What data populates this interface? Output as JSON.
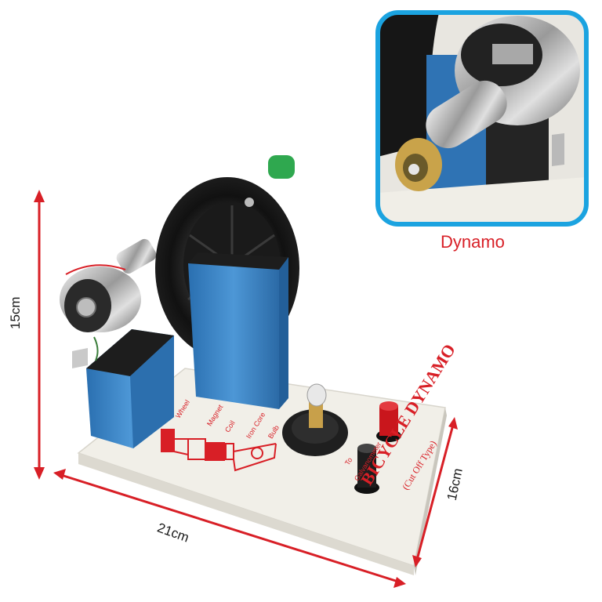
{
  "dimensions": {
    "height": "15cm",
    "width": "21cm",
    "depth": "16cm"
  },
  "inset": {
    "caption": "Dynamo"
  },
  "board": {
    "title": "BICYCLE DYNAMO",
    "subtitle": "(Cut Off Type)",
    "labels": {
      "wheel": "Wheel",
      "magnet": "Magnet",
      "coil": "Coil",
      "iron_core": "Iron Core",
      "bulb": "Bulb",
      "to": "To",
      "galvanometer": "Galvanometer"
    }
  },
  "colors": {
    "arrow": "#d81f26",
    "board_text": "#d81f26",
    "inset_border": "#1ba3e0",
    "blue_box": "#3d86c6",
    "base": "#f1efe8"
  }
}
